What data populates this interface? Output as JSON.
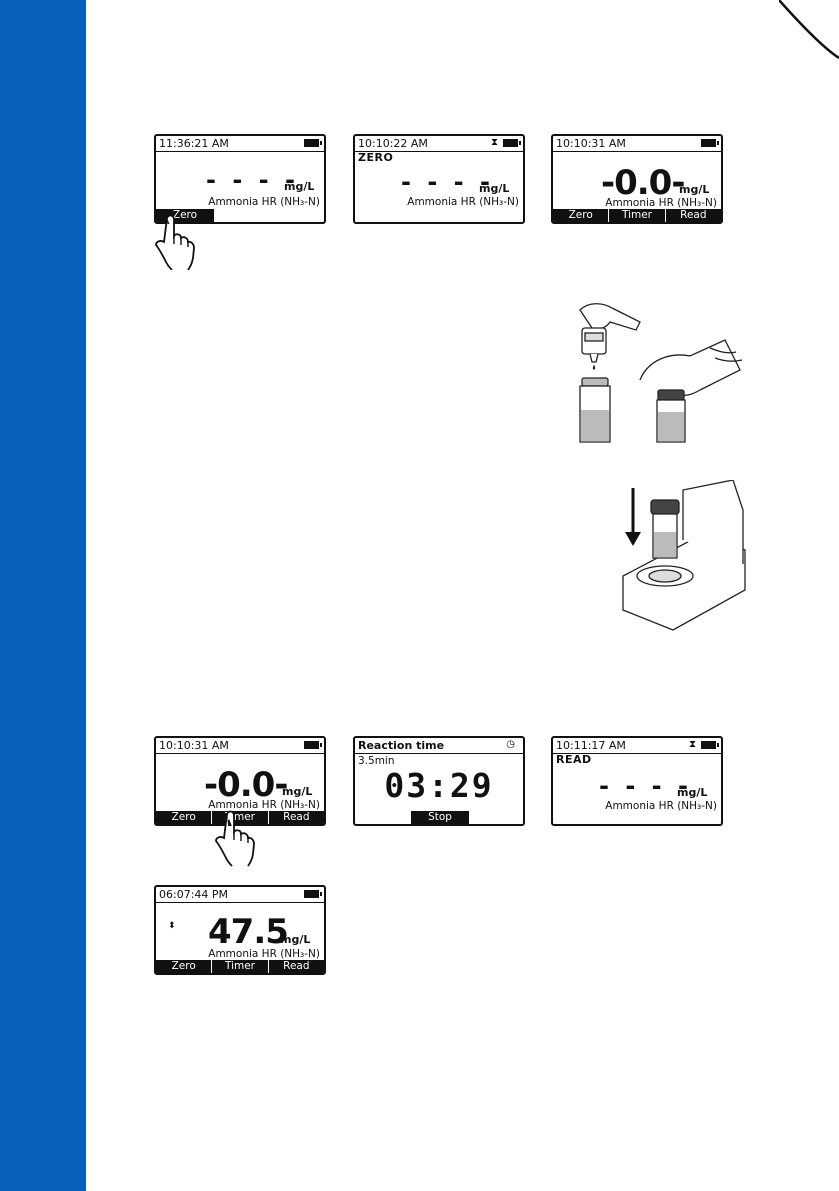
{
  "screens": {
    "s1": {
      "time": "11:36:21 AM",
      "dashes": "- - - -",
      "unit": "mg/L",
      "method": "Ammonia HR (NH₃-N)",
      "softkeys": [
        "Zero"
      ]
    },
    "s2": {
      "time": "10:10:22 AM",
      "mode": "ZERO",
      "dashes": "- - - -",
      "unit": "mg/L",
      "method": "Ammonia HR (NH₃-N)"
    },
    "s3": {
      "time": "10:10:31 AM",
      "value": "-0.0-",
      "unit": "mg/L",
      "method": "Ammonia HR (NH₃-N)",
      "softkeys": [
        "Zero",
        "Timer",
        "Read"
      ]
    },
    "s4": {
      "time": "10:10:31 AM",
      "value": "-0.0-",
      "unit": "mg/L",
      "method": "Ammonia HR (NH₃-N)",
      "softkeys": [
        "Zero",
        "Timer",
        "Read"
      ]
    },
    "s5": {
      "title": "Reaction time",
      "duration": "3.5min",
      "countdown": "03:29",
      "softkeys": [
        "Stop"
      ]
    },
    "s6": {
      "time": "10:11:17 AM",
      "mode": "READ",
      "dashes": "- - - -",
      "unit": "mg/L",
      "method": "Ammonia HR (NH₃-N)"
    },
    "s7": {
      "time": "06:07:44 PM",
      "value": "47.5",
      "unit": "mg/L",
      "method": "Ammonia HR (NH₃-N)",
      "softkeys": [
        "Zero",
        "Timer",
        "Read"
      ]
    }
  },
  "icons": {
    "battery": "battery-icon",
    "hourglass": "hourglass-icon",
    "clock": "clock-icon",
    "hand": "pointing-hand-icon"
  },
  "colors": {
    "sidebar": "#0a5fb8",
    "lcd_ink": "#111111"
  }
}
